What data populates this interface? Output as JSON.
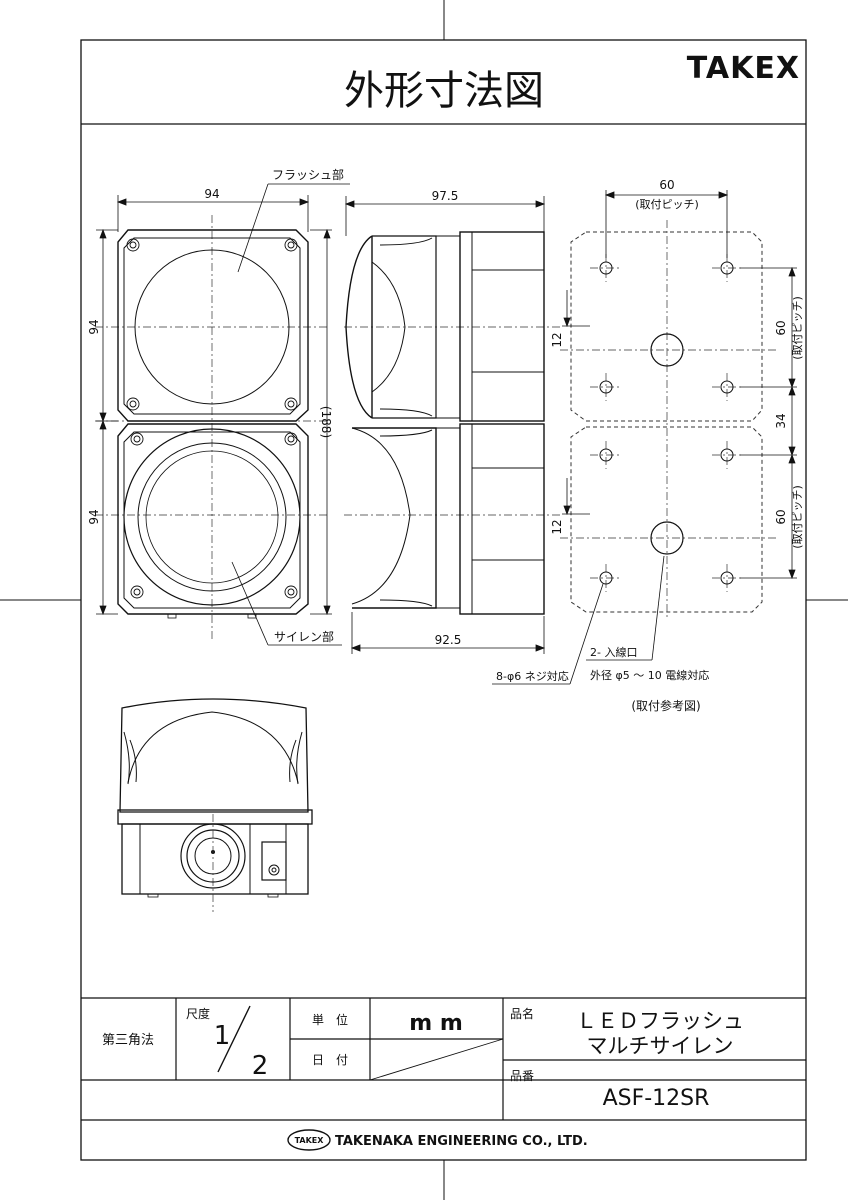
{
  "header": {
    "title": "外形寸法図",
    "brand": "TAKEX"
  },
  "dimensions": {
    "front_width": "94",
    "front_height_top": "94",
    "front_height_bottom": "94",
    "total_height": "(188)",
    "side_depth_top": "97.5",
    "side_depth_bottom": "92.5",
    "mount_pitch_h": "60",
    "mount_pitch_label_h": "(取付ピッチ)",
    "mount_pitch_v_top": "60",
    "mount_pitch_v_top_label": "(取付ピッチ)",
    "mount_pitch_v_bottom": "60",
    "mount_pitch_v_bottom_label": "(取付ピッチ)",
    "gap": "34",
    "hole_offset_top": "12",
    "hole_offset_bottom": "12"
  },
  "callouts": {
    "flash": "フラッシュ部",
    "siren": "サイレン部",
    "screw": "8-φ6 ネジ対応",
    "inlet": "2- 入線口",
    "wire": "外径 φ5 ～ 10 電線対応",
    "mount_ref": "(取付参考図)"
  },
  "title_block": {
    "projection": "第三角法",
    "scale_label": "尺度",
    "scale_num": "1",
    "scale_den": "2",
    "unit_label": "単　位",
    "unit_value": "m m",
    "date_label": "日　付",
    "name_label": "品名",
    "name_line1": "ＬＥＤフラッシュ",
    "name_line2": "マルチサイレン",
    "part_label": "品番",
    "part_value": "ASF-12SR"
  },
  "footer": {
    "logo": "TAKEX",
    "company": "TAKENAKA ENGINEERING CO., LTD."
  }
}
